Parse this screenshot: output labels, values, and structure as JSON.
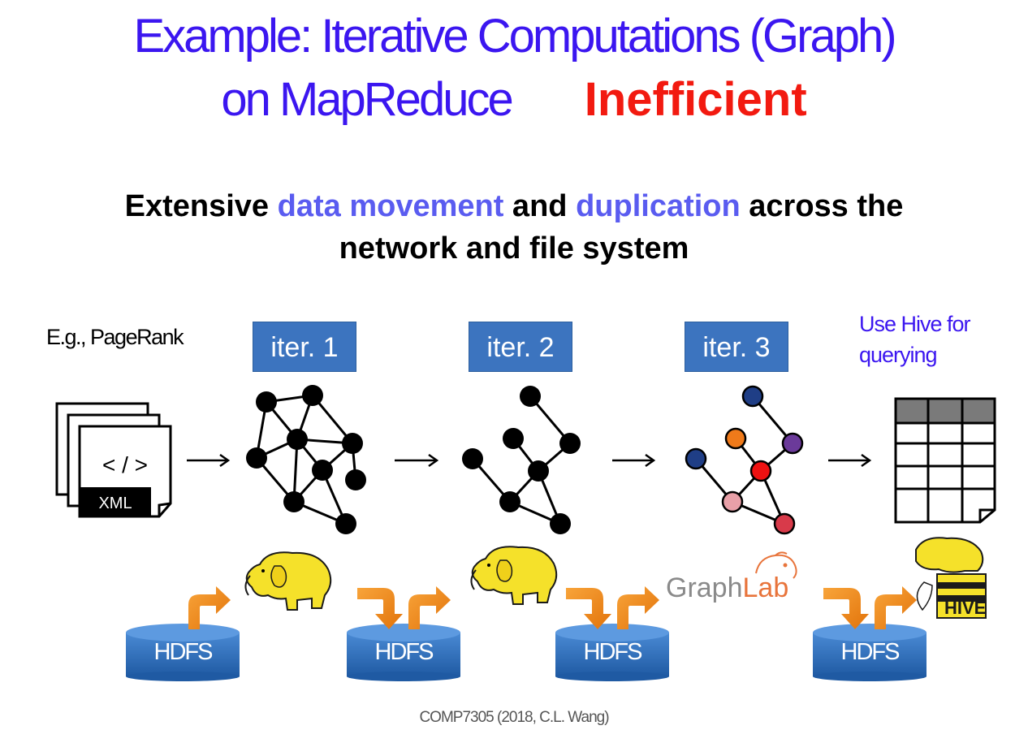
{
  "title": {
    "line1": "Example: Iterative Computations (Graph)",
    "line2": "on MapReduce",
    "emphasis": "Inefficient"
  },
  "subtitle": {
    "part1": "Extensive ",
    "hl1": "data movement",
    "part2": " and ",
    "hl2": "duplication",
    "part3": " across the",
    "line2": "network and file system"
  },
  "example_label": "E.g., PageRank",
  "iterations": [
    "iter. 1",
    "iter. 2",
    "iter. 3"
  ],
  "hive_note": {
    "line1": "Use Hive for",
    "line2": "querying"
  },
  "xml_icon": {
    "code": "< / >",
    "tag": "XML"
  },
  "hdfs": [
    "HDFS",
    "HDFS",
    "HDFS",
    "HDFS"
  ],
  "graphlab": {
    "part1": "Graph",
    "part2": "Lab"
  },
  "hive_logo": "HIVE",
  "footer": "COMP7305 (2018, C.L. Wang)",
  "colors": {
    "title_blue": "#3b16f0",
    "emphasis_red": "#f21a10",
    "highlight_blue": "#5a5cf0",
    "iter_box": "#3c74bf",
    "hdfs_blue": "#2e6db4",
    "arrow_orange": "#f28a16",
    "hadoop_yellow": "#f5e12a",
    "graphlab_orange": "#e8743b"
  }
}
